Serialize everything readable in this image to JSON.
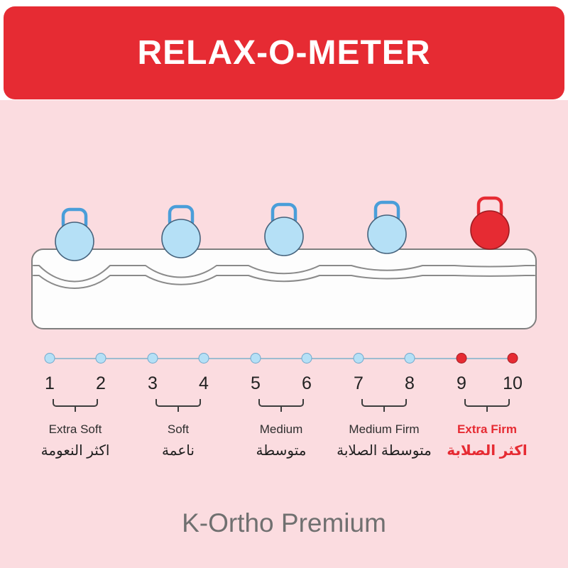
{
  "colors": {
    "red": "#e62b33",
    "pink": "#fbdce0",
    "lightblue": "#b5e0f6"
  },
  "banner": {
    "title": "RELAX-O-METER"
  },
  "illustration": {
    "icons": [
      "kettlebell-icon",
      "kettlebell-icon",
      "kettlebell-icon",
      "kettlebell-icon",
      "kettlebell-icon"
    ],
    "kettlebell_colors": [
      "blue",
      "blue",
      "blue",
      "blue",
      "red"
    ]
  },
  "scale": {
    "numbers": [
      "1",
      "2",
      "3",
      "4",
      "5",
      "6",
      "7",
      "8",
      "9",
      "10"
    ],
    "dot_colors": [
      "blue",
      "blue",
      "blue",
      "blue",
      "blue",
      "blue",
      "blue",
      "blue",
      "red",
      "red"
    ],
    "groups": [
      {
        "label_en": "Extra Soft",
        "label_ar": "اكثر النعومة",
        "highlight": false
      },
      {
        "label_en": "Soft",
        "label_ar": "ناعمة",
        "highlight": false
      },
      {
        "label_en": "Medium",
        "label_ar": "متوسطة",
        "highlight": false
      },
      {
        "label_en": "Medium Firm",
        "label_ar": "متوسطة الصلابة",
        "highlight": false
      },
      {
        "label_en": "Extra Firm",
        "label_ar": "اكثر الصلابة",
        "highlight": true
      }
    ]
  },
  "footer": {
    "brand": "K-Ortho Premium"
  }
}
